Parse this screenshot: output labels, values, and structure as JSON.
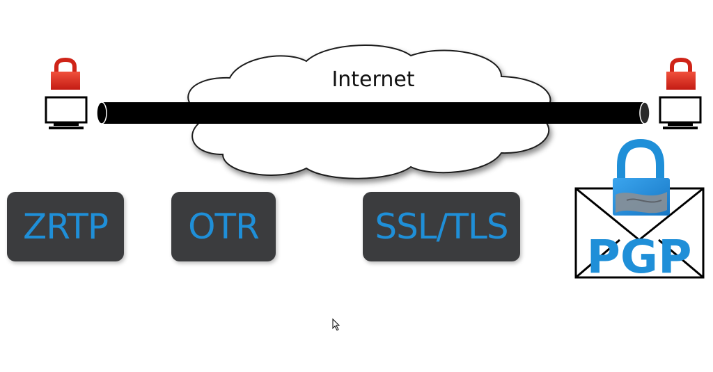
{
  "cloud": {
    "label": "Internet"
  },
  "protocols": {
    "zrtp": "ZRTP",
    "otr": "OTR",
    "ssl_tls": "SSL/TLS",
    "pgp": "PGP"
  },
  "colors": {
    "lock_red": "#d9261c",
    "protocol_text": "#1f8fd8",
    "protocol_box": "#3b3c3e",
    "pgp_lock_blue": "#1f8fd8",
    "tunnel": "#000000"
  }
}
